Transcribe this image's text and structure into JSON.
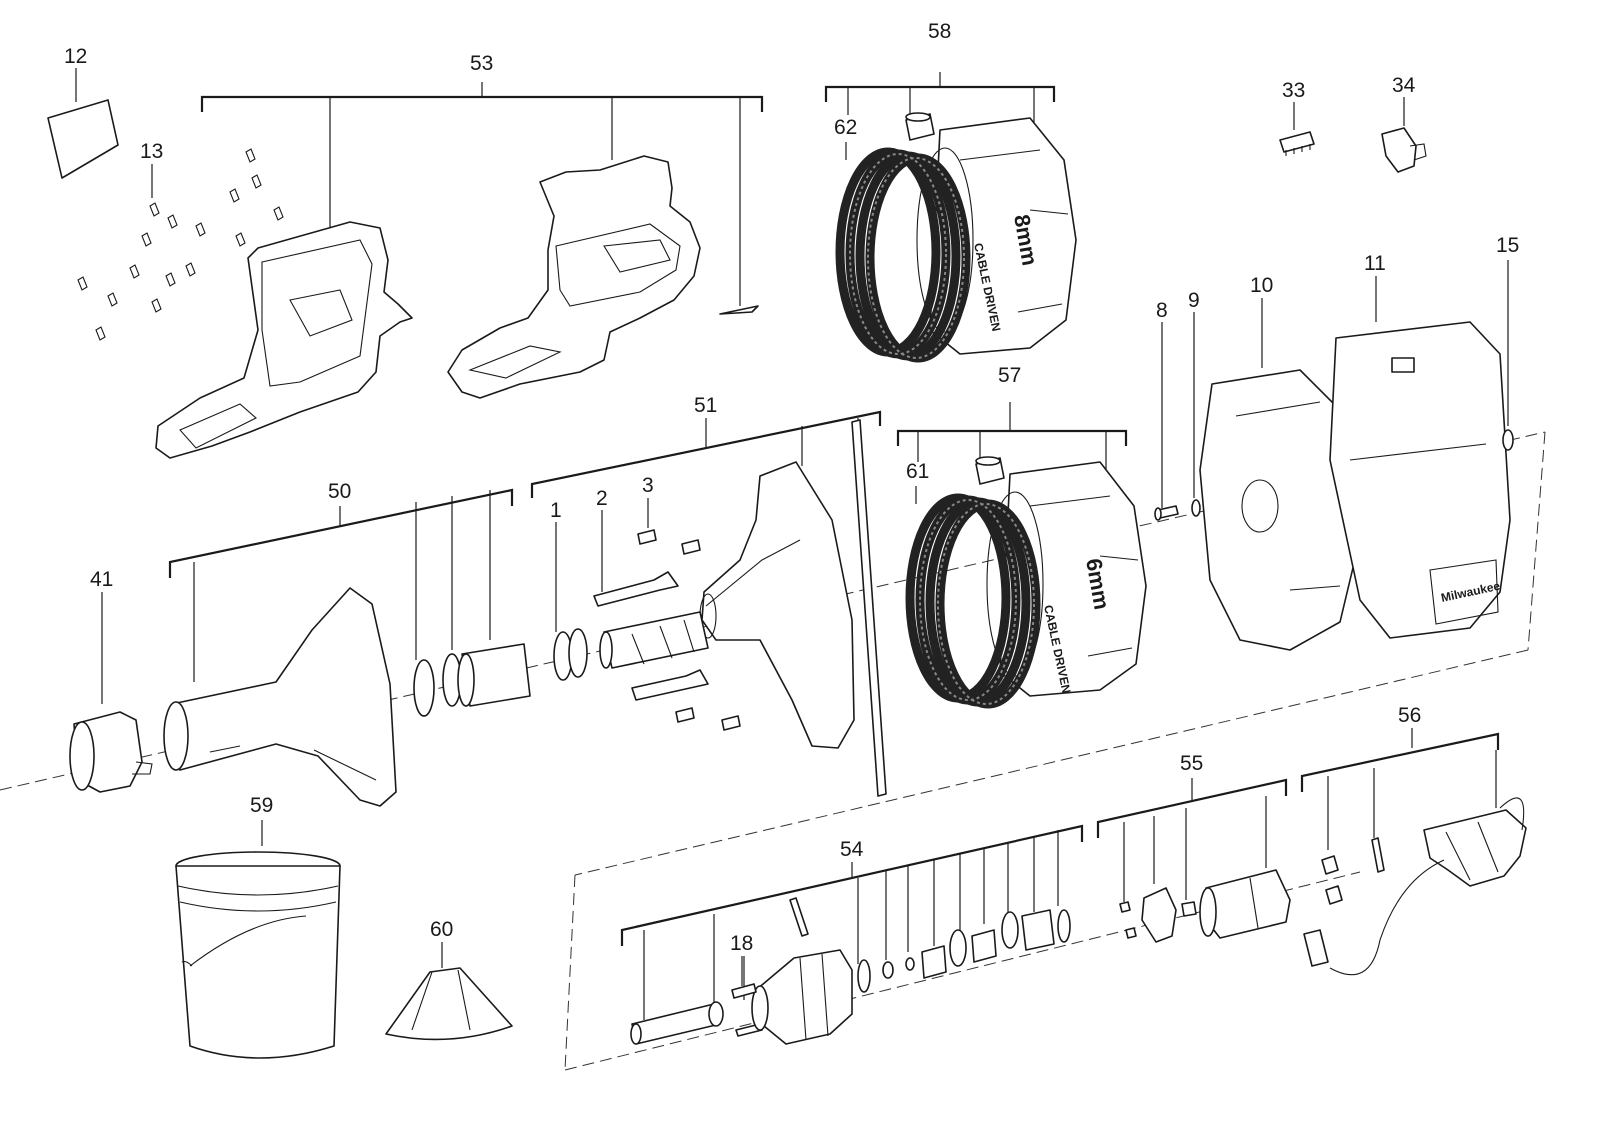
{
  "labels": {
    "p1": "1",
    "p2": "2",
    "p3": "3",
    "p8": "8",
    "p9": "9",
    "p10": "10",
    "p11": "11",
    "p12": "12",
    "p13": "13",
    "p15": "15",
    "p18": "18",
    "p33": "33",
    "p34": "34",
    "p41": "41",
    "p50": "50",
    "p51": "51",
    "p53": "53",
    "p54": "54",
    "p55": "55",
    "p56": "56",
    "p57": "57",
    "p58": "58",
    "p59": "59",
    "p60": "60",
    "p61": "61",
    "p62": "62"
  },
  "embossed": {
    "drum_8mm": "8mm",
    "drum_6mm": "6mm",
    "cable_8": "CABLE DRIVEN",
    "cable_6": "CABLE DRIVEN",
    "brand": "Milwaukee"
  }
}
